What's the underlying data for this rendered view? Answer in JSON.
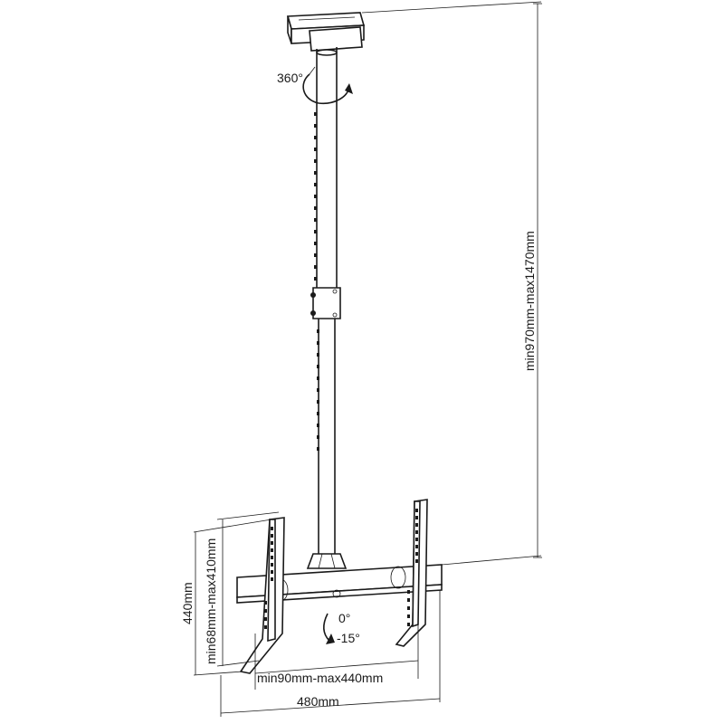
{
  "labels": {
    "rotation": "360°",
    "height_range": "min970mm-max1470mm",
    "vesa_vertical_range": "min68mm-max410mm",
    "vesa_vertical_total": "440mm",
    "tilt_zero": "0°",
    "tilt_down": "-15°",
    "vesa_horizontal_range": "min90mm-max440mm",
    "vesa_horizontal_total": "480mm"
  }
}
